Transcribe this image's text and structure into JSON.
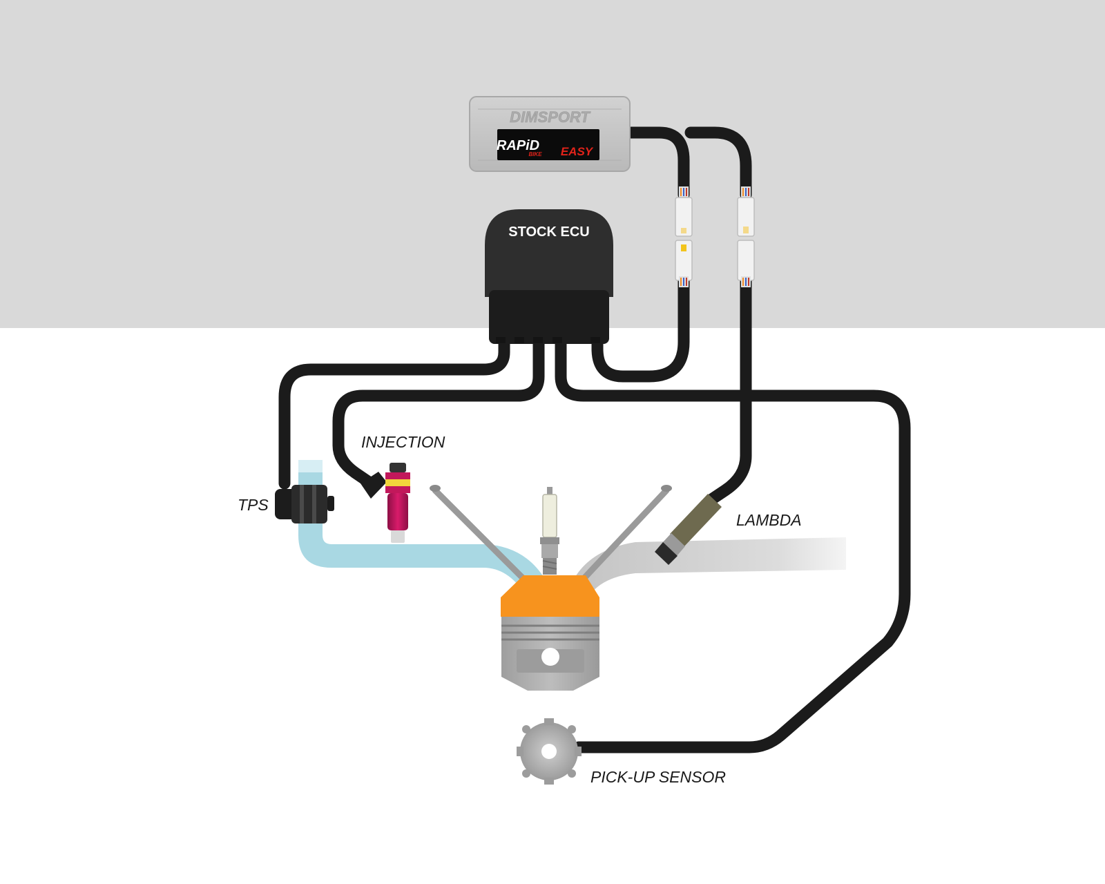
{
  "diagram": {
    "module": {
      "brand": "DIMSPORT",
      "product_primary": "RAPiD",
      "product_sub": "BIKE",
      "product_secondary": "EASY"
    },
    "ecu": {
      "label": "STOCK ECU"
    },
    "labels": {
      "tps": "TPS",
      "injection": "INJECTION",
      "lambda": "LAMBDA",
      "pickup": "PICK-UP SENSOR"
    },
    "colors": {
      "background_top": "#d9d9d9",
      "background_bottom": "#ffffff",
      "cable": "#1b1b1b",
      "intake": "#a9d8e3",
      "exhaust": "#cfcfcf",
      "combustion_chamber": "#f7931e",
      "injector": "#c2185b",
      "module_body": "#c4c4c4",
      "ecu_body": "#2a2a2a",
      "logo_red": "#e2231a"
    },
    "icons": [
      "ecu-module-icon",
      "stock-ecu-icon",
      "tps-icon",
      "injector-icon",
      "spark-plug-icon",
      "lambda-probe-icon",
      "piston-icon",
      "pickup-wheel-icon",
      "connector-icon"
    ]
  }
}
